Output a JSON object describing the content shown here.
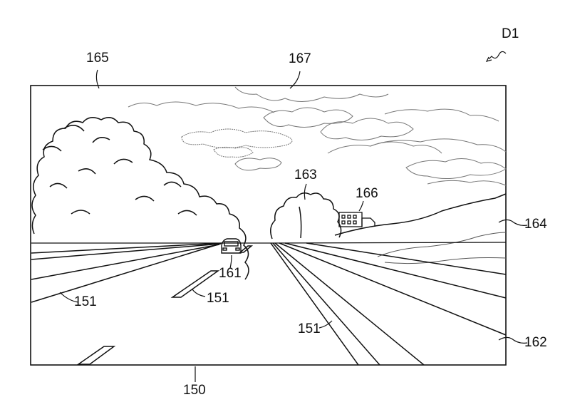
{
  "figure": {
    "id_label": "D1",
    "refs": {
      "road": "150",
      "lane_left_outer": "151",
      "lane_center": "151",
      "lane_right": "151",
      "vehicle": "161",
      "roadside": "162",
      "small_tree": "163",
      "hill": "164",
      "large_tree": "165",
      "building": "166",
      "clouds": "167"
    }
  }
}
